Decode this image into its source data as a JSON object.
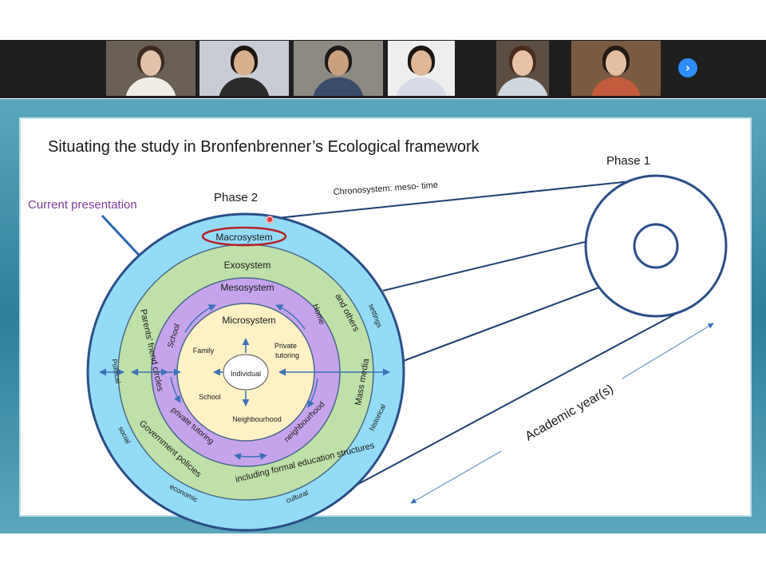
{
  "video_strip": {
    "next_icon": "chevron-right-icon",
    "participants": [
      {
        "bg": "#6a6055",
        "skin": "#e2c2aa",
        "hair": "#3b2a20",
        "shirt": "#f0ece6",
        "active": false
      },
      {
        "bg": "#c9ccd4",
        "skin": "#d8b08e",
        "hair": "#1d1512",
        "shirt": "#2b2b2b",
        "active": true
      },
      {
        "bg": "#8c8a83",
        "skin": "#c9a17f",
        "hair": "#1e1a18",
        "shirt": "#3b4c6b",
        "active": false
      },
      {
        "bg": "#eeeeee",
        "skin": "#e0b898",
        "hair": "#1b1613",
        "shirt": "#d8dbe6",
        "active": false
      },
      {
        "bg": "#5c4e43",
        "skin": "#e8c2a6",
        "hair": "#4a2c1e",
        "shirt": "#cfd6de",
        "active": false
      },
      {
        "bg": "#7a5a40",
        "skin": "#e4bea0",
        "hair": "#241a14",
        "shirt": "#c25c3c",
        "active": false
      }
    ]
  },
  "slide": {
    "title": "Situating the study in Bronfenbrenner’s Ecological framework",
    "current_presentation": "Current presentation",
    "phase1": "Phase 1",
    "phase2": "Phase 2",
    "chronosystem": "Chronosystem: meso- time",
    "academic_years": "Academic year(s)",
    "rings": {
      "macrosystem": "Macrosystem",
      "exosystem": "Exosystem",
      "mesosystem": "Mesosystem",
      "microsystem": "Microsystem",
      "individual": "Individual"
    },
    "micro_items": {
      "family": "Family",
      "school": "School",
      "neighbourhood": "Neighbourhood",
      "private_tutoring_1": "Private",
      "private_tutoring_2": "tutoring"
    },
    "meso_labels": {
      "school": "School",
      "home": "Home",
      "private_tutoring": "private tutoring",
      "neighbourhood": "neighbourhood"
    },
    "exo_labels": {
      "parents_friend_circles": "Parents’ friend circles",
      "home_and_others": "and others",
      "mass_media": "Mass media",
      "government_policies": "Government policies",
      "formal_education": "including formal education structures"
    },
    "macro_labels": {
      "political": "Political",
      "social": "social",
      "economic": "economic",
      "cultural": "cultural",
      "historical": "historical",
      "settings": "settings"
    },
    "colors": {
      "macro": "#94dcf6",
      "exo": "#bfe0a8",
      "meso": "#c6a4ec",
      "micro": "#fdf1c6",
      "ring_stroke": "#2a4e86",
      "arrow": "#3c72b8",
      "accent_purple": "#7a3fa0",
      "highlight_red": "#b8202a"
    }
  }
}
